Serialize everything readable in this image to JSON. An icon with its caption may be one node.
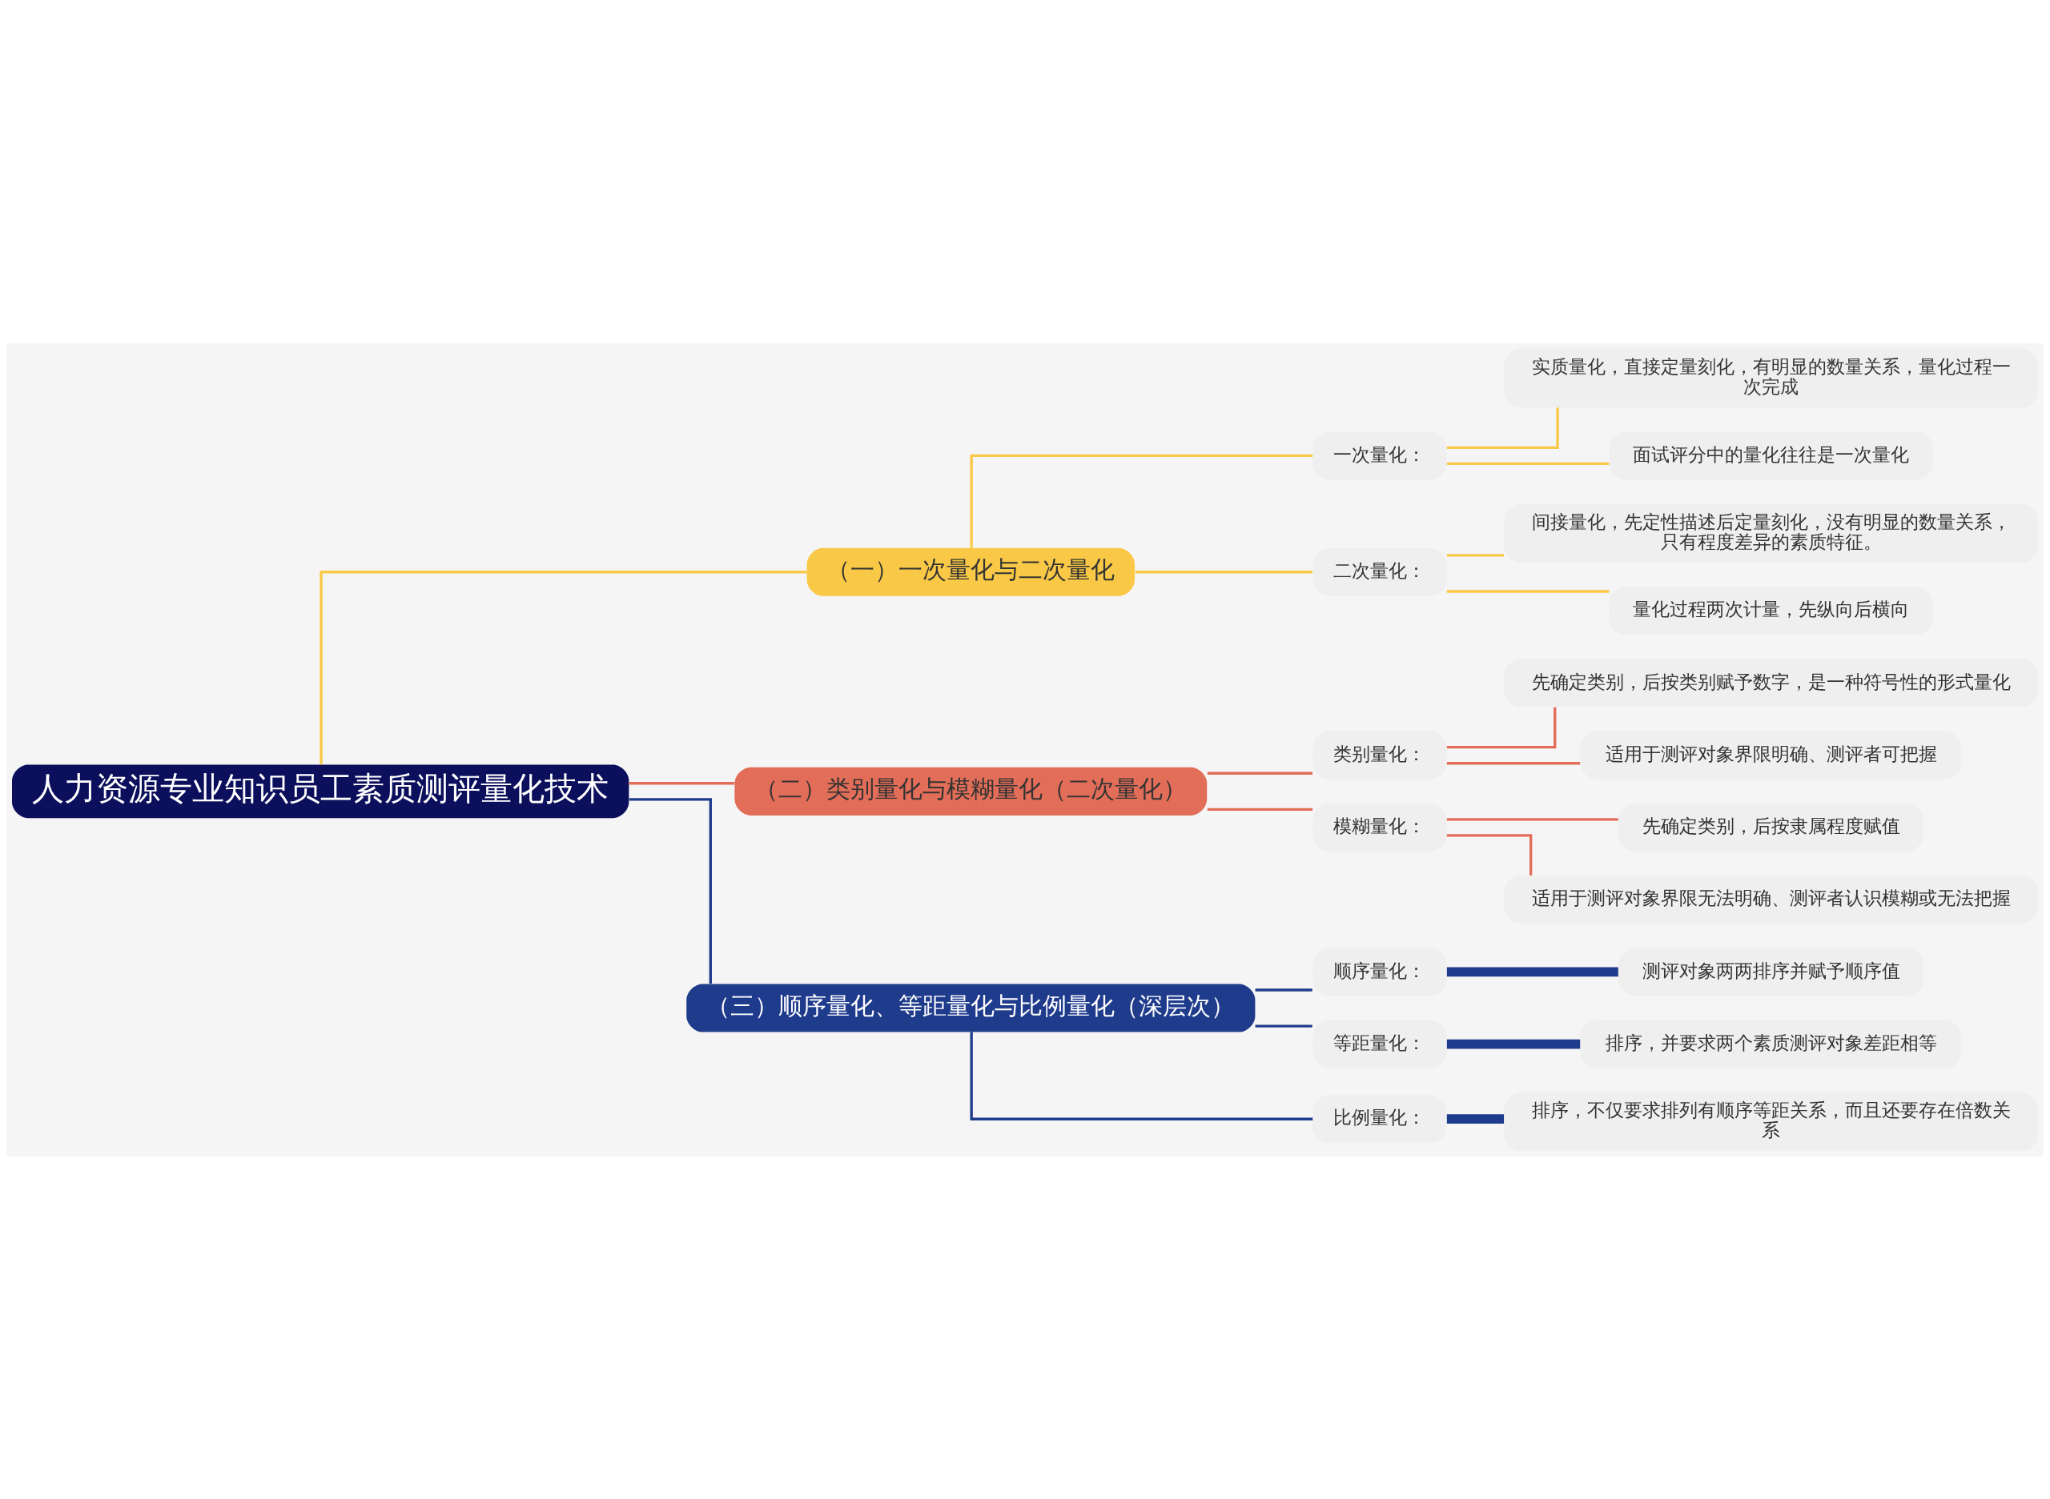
{
  "diagram": {
    "nodes": [
      {
        "text": [
          "人力资源专业知识员工素质测评量化技术"
        ]
      },
      {
        "text": [
          "（一）一次量化与二次量化"
        ]
      },
      {
        "text": [
          "一次量化："
        ]
      },
      {
        "text": [
          "实质量化，直接定量刻化，有明显的数量关系，量化过程一次完成"
        ]
      },
      {
        "text": [
          "面试评分中的量化往往是一次量化"
        ]
      },
      {
        "text": [
          "二次量化："
        ]
      },
      {
        "text": [
          "间接量化，先定性描述后定量刻化，没有明显的数量关系，只有程度差异的素质特征。"
        ]
      },
      {
        "text": [
          "量化过程两次计量，先纵向后横向"
        ]
      },
      {
        "text": [
          "（二）类别量化与模糊量化（二次量化）"
        ]
      },
      {
        "text": [
          "类别量化："
        ]
      },
      {
        "text": [
          "先确定类别，后按类别赋予数字，是一种符号性的形式量化"
        ]
      },
      {
        "text": [
          "适用于测评对象界限明确、测评者可把握"
        ]
      },
      {
        "text": [
          "模糊量化："
        ]
      },
      {
        "text": [
          "先确定类别，后按隶属程度赋值"
        ]
      },
      {
        "text": [
          "适用于测评对象界限无法明确、测评者认识模糊或无法把握"
        ]
      },
      {
        "text": [
          "（三）顺序量化、等距量化与比例量化（深层次）"
        ]
      },
      {
        "text": [
          "顺序量化："
        ]
      },
      {
        "text": [
          "测评对象两两排序并赋予顺序值"
        ]
      },
      {
        "text": [
          "等距量化："
        ]
      },
      {
        "text": [
          "排序，并要求两个素质测评对象差距相等"
        ]
      },
      {
        "text": [
          "比例量化："
        ]
      },
      {
        "text": [
          "排序，不仅要求排列有顺序等距关系，而且还要存在倍数关系"
        ]
      }
    ],
    "edges": [
      {
        "from": 0,
        "to": 1,
        "arrow": "none",
        "color": "#f9c846"
      },
      {
        "from": 1,
        "to": 2,
        "arrow": "none",
        "color": "#f9c846"
      },
      {
        "from": 2,
        "to": 3,
        "arrow": "none",
        "color": "#f9c846"
      },
      {
        "from": 2,
        "to": 4,
        "arrow": "none",
        "color": "#f9c846"
      },
      {
        "from": 1,
        "to": 5,
        "arrow": "none",
        "color": "#f9c846"
      },
      {
        "from": 5,
        "to": 6,
        "arrow": "none",
        "color": "#f9c846"
      },
      {
        "from": 5,
        "to": 7,
        "arrow": "none",
        "color": "#f9c846"
      },
      {
        "from": 0,
        "to": 8,
        "arrow": "none",
        "color": "#e26d58"
      },
      {
        "from": 8,
        "to": 9,
        "arrow": "none",
        "color": "#e26d58"
      },
      {
        "from": 9,
        "to": 10,
        "arrow": "none",
        "color": "#e26d58"
      },
      {
        "from": 9,
        "to": 11,
        "arrow": "none",
        "color": "#e26d58"
      },
      {
        "from": 8,
        "to": 12,
        "arrow": "none",
        "color": "#e26d58"
      },
      {
        "from": 12,
        "to": 13,
        "arrow": "none",
        "color": "#e26d58"
      },
      {
        "from": 12,
        "to": 14,
        "arrow": "none",
        "color": "#e26d58"
      },
      {
        "from": 0,
        "to": 15,
        "arrow": "none",
        "color": "#1f3b8c"
      },
      {
        "from": 15,
        "to": 16,
        "arrow": "none",
        "color": "#1f3b8c"
      },
      {
        "from": 16,
        "to": 17,
        "arrow": "none",
        "color": "#1f3b8c",
        "style": "thick"
      },
      {
        "from": 15,
        "to": 18,
        "arrow": "none",
        "color": "#1f3b8c"
      },
      {
        "from": 18,
        "to": 19,
        "arrow": "none",
        "color": "#1f3b8c",
        "style": "thick"
      },
      {
        "from": 15,
        "to": 20,
        "arrow": "none",
        "color": "#1f3b8c"
      },
      {
        "from": 20,
        "to": 21,
        "arrow": "none",
        "color": "#1f3b8c",
        "style": "thick"
      }
    ]
  }
}
